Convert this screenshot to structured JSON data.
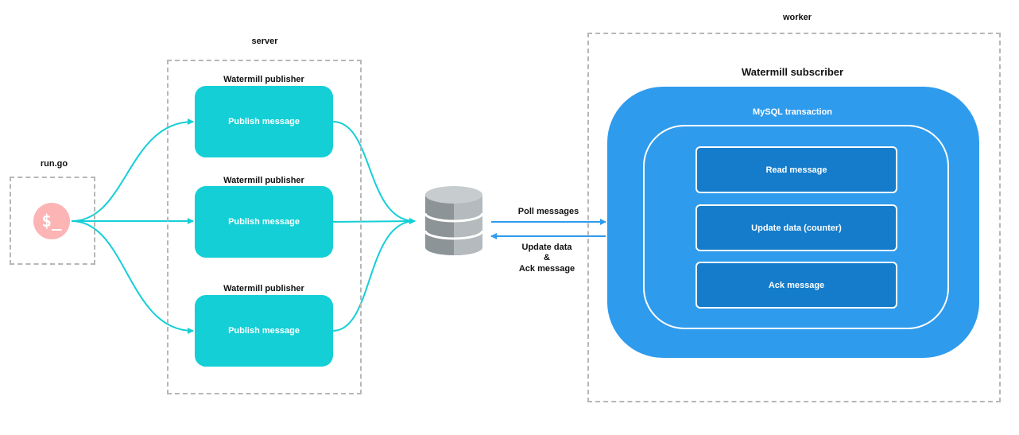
{
  "runner": {
    "title": "run.go",
    "icon_text": "$_",
    "icon_color": "#fcb4b4"
  },
  "server": {
    "title": "server",
    "publishers": [
      {
        "title": "Watermill publisher",
        "action": "Publish message"
      },
      {
        "title": "Watermill publisher",
        "action": "Publish message"
      },
      {
        "title": "Watermill publisher",
        "action": "Publish message"
      }
    ],
    "publisher_color": "#14cfd6"
  },
  "database": {
    "icon": "database-icon"
  },
  "arrows": {
    "poll_label": "Poll messages",
    "update_label_line1": "Update data",
    "update_label_line2": "&",
    "update_label_line3": "Ack message"
  },
  "worker": {
    "title": "worker",
    "subscriber_title": "Watermill subscriber",
    "transaction_title": "MySQL transaction",
    "steps": [
      "Read message",
      "Update data (counter)",
      "Ack message"
    ],
    "subscriber_color": "#2f9bed",
    "step_color": "#157ccb"
  }
}
